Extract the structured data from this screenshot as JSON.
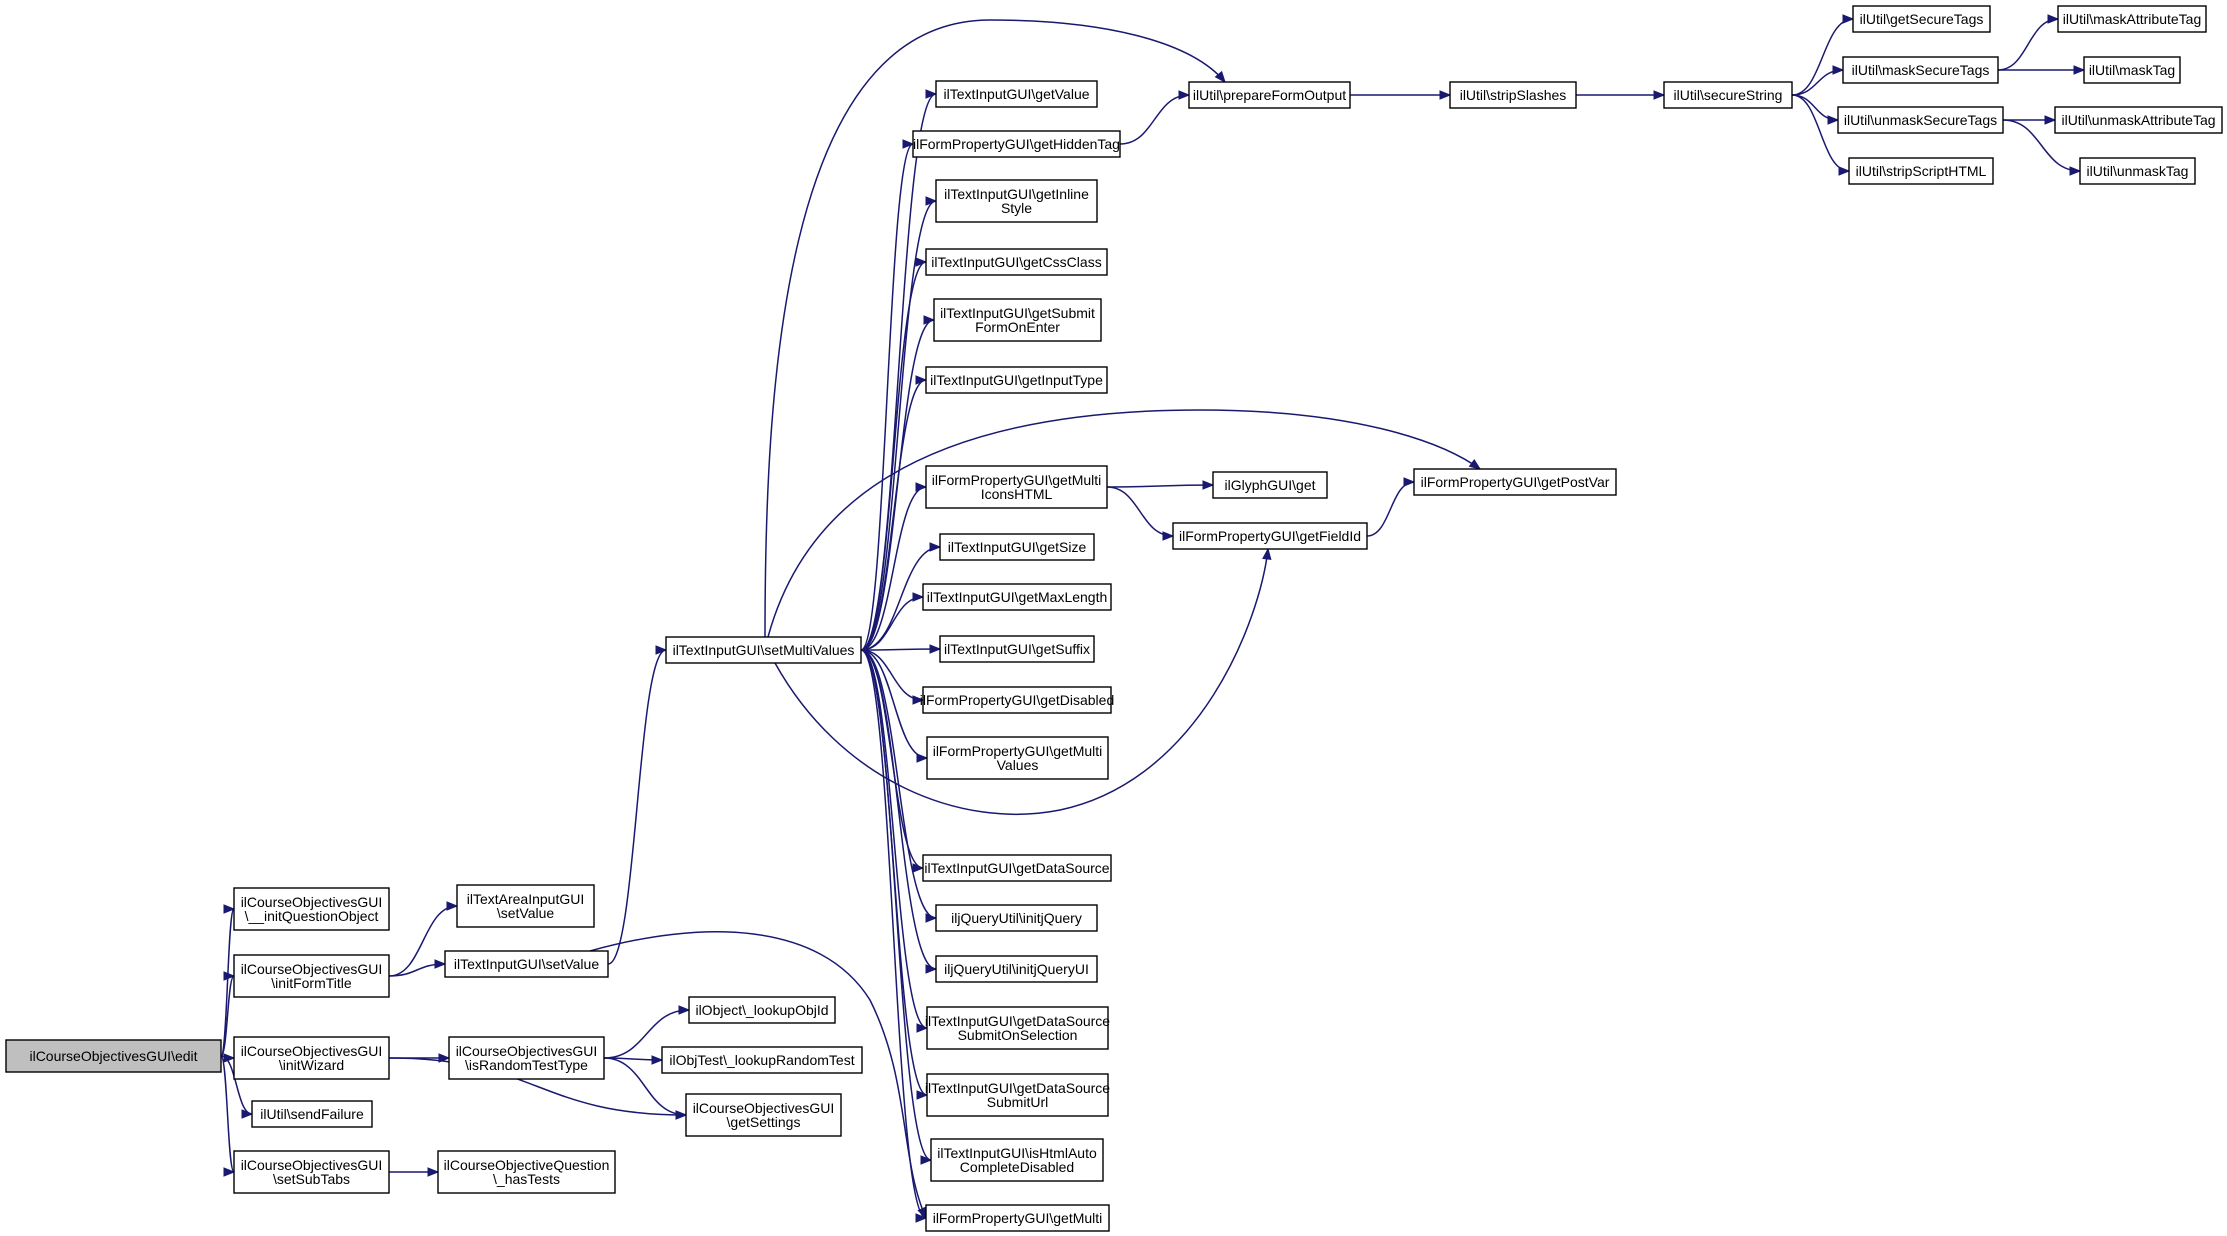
{
  "nodes": [
    {
      "id": "root",
      "lines": [
        "ilCourseObjectivesGUI\\edit"
      ],
      "root": true
    },
    {
      "id": "iqo",
      "lines": [
        "ilCourseObjectivesGUI",
        "\\__initQuestionObject"
      ]
    },
    {
      "id": "ift",
      "lines": [
        "ilCourseObjectivesGUI",
        "\\initFormTitle"
      ]
    },
    {
      "id": "iw",
      "lines": [
        "ilCourseObjectivesGUI",
        "\\initWizard"
      ]
    },
    {
      "id": "sf",
      "lines": [
        "ilUtil\\sendFailure"
      ]
    },
    {
      "id": "sst",
      "lines": [
        "ilCourseObjectivesGUI",
        "\\setSubTabs"
      ]
    },
    {
      "id": "tasv",
      "lines": [
        "ilTextAreaInputGUI",
        "\\setValue"
      ]
    },
    {
      "id": "tisv",
      "lines": [
        "ilTextInputGUI\\setValue"
      ]
    },
    {
      "id": "irtt",
      "lines": [
        "ilCourseObjectivesGUI",
        "\\isRandomTestType"
      ]
    },
    {
      "id": "hast",
      "lines": [
        "ilCourseObjectiveQuestion",
        "\\_hasTests"
      ]
    },
    {
      "id": "smv",
      "lines": [
        "ilTextInputGUI\\setMultiValues"
      ]
    },
    {
      "id": "loid",
      "lines": [
        "ilObject\\_lookupObjId"
      ]
    },
    {
      "id": "lrt",
      "lines": [
        "ilObjTest\\_lookupRandomTest"
      ]
    },
    {
      "id": "gs",
      "lines": [
        "ilCourseObjectivesGUI",
        "\\getSettings"
      ]
    },
    {
      "id": "gv",
      "lines": [
        "ilTextInputGUI\\getValue"
      ]
    },
    {
      "id": "ght",
      "lines": [
        "ilFormPropertyGUI\\getHiddenTag"
      ]
    },
    {
      "id": "gis",
      "lines": [
        "ilTextInputGUI\\getInline",
        "Style"
      ]
    },
    {
      "id": "gcc",
      "lines": [
        "ilTextInputGUI\\getCssClass"
      ]
    },
    {
      "id": "gsfe",
      "lines": [
        "ilTextInputGUI\\getSubmit",
        "FormOnEnter"
      ]
    },
    {
      "id": "git",
      "lines": [
        "ilTextInputGUI\\getInputType"
      ]
    },
    {
      "id": "gmih",
      "lines": [
        "ilFormPropertyGUI\\getMulti",
        "IconsHTML"
      ]
    },
    {
      "id": "gsz",
      "lines": [
        "ilTextInputGUI\\getSize"
      ]
    },
    {
      "id": "gml",
      "lines": [
        "ilTextInputGUI\\getMaxLength"
      ]
    },
    {
      "id": "gsuf",
      "lines": [
        "ilTextInputGUI\\getSuffix"
      ]
    },
    {
      "id": "gdis",
      "lines": [
        "ilFormPropertyGUI\\getDisabled"
      ]
    },
    {
      "id": "gmv",
      "lines": [
        "ilFormPropertyGUI\\getMulti",
        "Values"
      ]
    },
    {
      "id": "gds",
      "lines": [
        "ilTextInputGUI\\getDataSource"
      ]
    },
    {
      "id": "ijq",
      "lines": [
        "iljQueryUtil\\initjQuery"
      ]
    },
    {
      "id": "ijqui",
      "lines": [
        "iljQueryUtil\\initjQueryUI"
      ]
    },
    {
      "id": "gdsos",
      "lines": [
        "ilTextInputGUI\\getDataSource",
        "SubmitOnSelection"
      ]
    },
    {
      "id": "gdsu",
      "lines": [
        "ilTextInputGUI\\getDataSource",
        "SubmitUrl"
      ]
    },
    {
      "id": "ihacd",
      "lines": [
        "ilTextInputGUI\\isHtmlAuto",
        "CompleteDisabled"
      ]
    },
    {
      "id": "gm",
      "lines": [
        "ilFormPropertyGUI\\getMulti"
      ]
    },
    {
      "id": "pfo",
      "lines": [
        "ilUtil\\prepareFormOutput"
      ]
    },
    {
      "id": "ggg",
      "lines": [
        "ilGlyphGUI\\get"
      ]
    },
    {
      "id": "gfi",
      "lines": [
        "ilFormPropertyGUI\\getFieldId"
      ]
    },
    {
      "id": "ss",
      "lines": [
        "ilUtil\\stripSlashes"
      ]
    },
    {
      "id": "gpv",
      "lines": [
        "ilFormPropertyGUI\\getPostVar"
      ]
    },
    {
      "id": "sec",
      "lines": [
        "ilUtil\\secureString"
      ]
    },
    {
      "id": "gst",
      "lines": [
        "ilUtil\\getSecureTags"
      ]
    },
    {
      "id": "mst",
      "lines": [
        "ilUtil\\maskSecureTags"
      ]
    },
    {
      "id": "umst",
      "lines": [
        "ilUtil\\unmaskSecureTags"
      ]
    },
    {
      "id": "ssh",
      "lines": [
        "ilUtil\\stripScriptHTML"
      ]
    },
    {
      "id": "mat",
      "lines": [
        "ilUtil\\maskAttributeTag"
      ]
    },
    {
      "id": "mt",
      "lines": [
        "ilUtil\\maskTag"
      ]
    },
    {
      "id": "umat",
      "lines": [
        "ilUtil\\unmaskAttributeTag"
      ]
    },
    {
      "id": "umt",
      "lines": [
        "ilUtil\\unmaskTag"
      ]
    }
  ],
  "edges": [
    [
      "root",
      "iqo"
    ],
    [
      "root",
      "ift"
    ],
    [
      "root",
      "iw"
    ],
    [
      "root",
      "sf"
    ],
    [
      "root",
      "sst"
    ],
    [
      "ift",
      "tasv"
    ],
    [
      "ift",
      "tisv"
    ],
    [
      "iw",
      "irtt"
    ],
    [
      "iw",
      "gs"
    ],
    [
      "sst",
      "hast"
    ],
    [
      "tisv",
      "smv"
    ],
    [
      "tisv",
      "gm"
    ],
    [
      "irtt",
      "loid"
    ],
    [
      "irtt",
      "lrt"
    ],
    [
      "irtt",
      "gs"
    ],
    [
      "smv",
      "gv"
    ],
    [
      "smv",
      "pfo"
    ],
    [
      "smv",
      "ght"
    ],
    [
      "smv",
      "gis"
    ],
    [
      "smv",
      "gcc"
    ],
    [
      "smv",
      "gsfe"
    ],
    [
      "smv",
      "git"
    ],
    [
      "smv",
      "gpv"
    ],
    [
      "smv",
      "gmih"
    ],
    [
      "smv",
      "gsz"
    ],
    [
      "smv",
      "gml"
    ],
    [
      "smv",
      "gsuf"
    ],
    [
      "smv",
      "gdis"
    ],
    [
      "smv",
      "gmv"
    ],
    [
      "smv",
      "gfi"
    ],
    [
      "smv",
      "gds"
    ],
    [
      "smv",
      "ijq"
    ],
    [
      "smv",
      "ijqui"
    ],
    [
      "smv",
      "gdsos"
    ],
    [
      "smv",
      "gdsu"
    ],
    [
      "smv",
      "ihacd"
    ],
    [
      "smv",
      "gm"
    ],
    [
      "ght",
      "pfo"
    ],
    [
      "gmih",
      "ggg"
    ],
    [
      "gmih",
      "gfi"
    ],
    [
      "gfi",
      "gpv"
    ],
    [
      "pfo",
      "ss"
    ],
    [
      "ss",
      "sec"
    ],
    [
      "sec",
      "gst"
    ],
    [
      "sec",
      "mst"
    ],
    [
      "sec",
      "umst"
    ],
    [
      "sec",
      "ssh"
    ],
    [
      "mst",
      "mat"
    ],
    [
      "mst",
      "mt"
    ],
    [
      "umst",
      "umat"
    ],
    [
      "umst",
      "umt"
    ]
  ]
}
